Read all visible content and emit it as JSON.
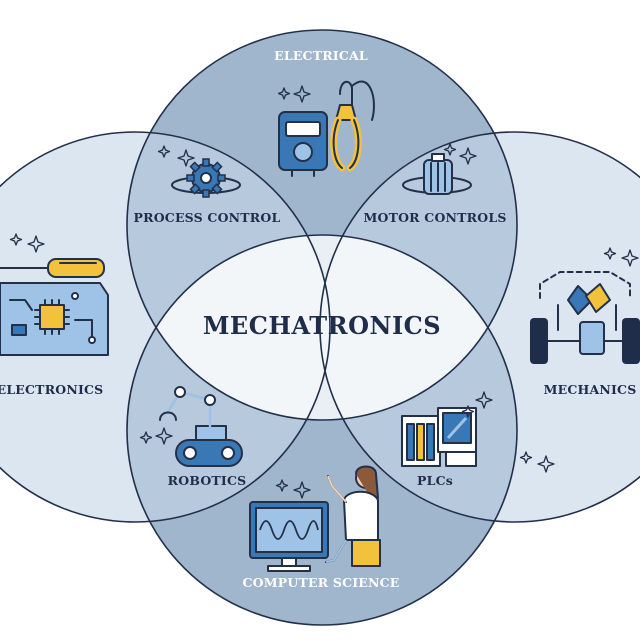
{
  "diagram": {
    "center_label": "MECHATRONICS",
    "regions": {
      "top": "ELECTRICAL",
      "left": "ELECTRONICS",
      "right": "MECHANICS",
      "bottom": "COMPUTER SCIENCE"
    },
    "overlaps": {
      "top_left": "PROCESS CONTROL",
      "top_right": "MOTOR CONTROLS",
      "bottom_left": "ROBOTICS",
      "bottom_right": "PLCs"
    },
    "colors": {
      "outer_light": "#dbe6f1",
      "pair_overlap": "#9fb6cd",
      "triple_overlap": "#6f8ca9",
      "center": "#f3f6f9",
      "outline": "#23304a",
      "accent_blue": "#3a78b5",
      "accent_yellow": "#f2c23c"
    },
    "icons": {
      "electrical": "electric-meter-and-pliers-icon",
      "electronics": "circuit-board-and-screwdriver-icon",
      "mechanics": "car-chassis-and-engine-icon",
      "computer_science": "programmer-with-monitor-icon",
      "process_control": "gear-icon",
      "motor_controls": "motor-icon",
      "robotics": "robot-arm-icon",
      "plcs": "plc-controller-icon"
    }
  }
}
